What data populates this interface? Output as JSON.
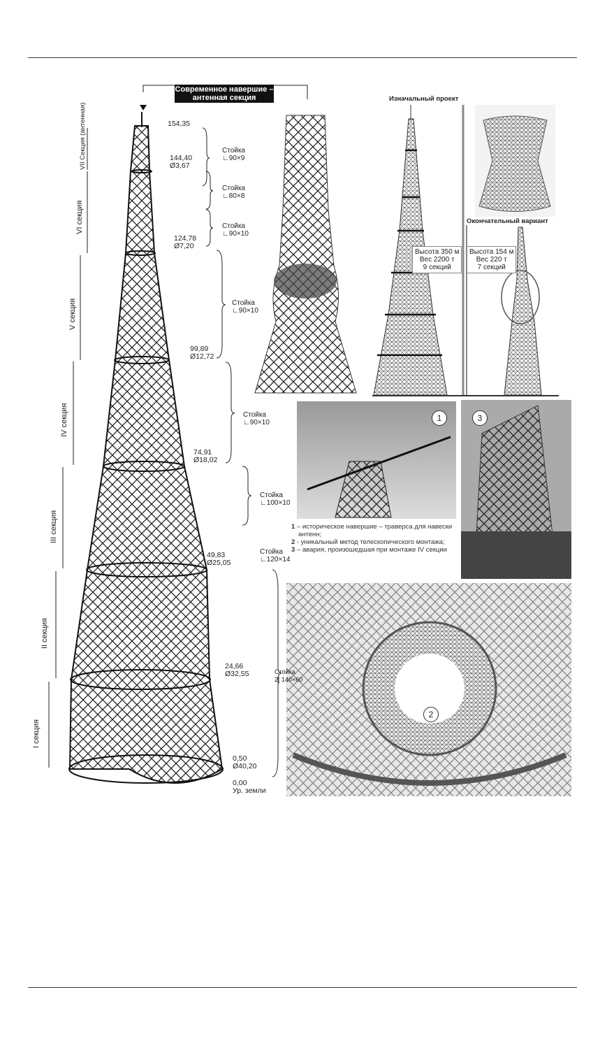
{
  "banner": "Современное навершие – антенная секция",
  "sections": [
    "VII Секция (антенная)",
    "VI секция",
    "V секция",
    "IV секция",
    "III секция",
    "II секция",
    "I секция"
  ],
  "levels": [
    {
      "h": "154,35",
      "d": ""
    },
    {
      "h": "144,40",
      "d": "Ø3,67"
    },
    {
      "h": "124,78",
      "d": "Ø7,20"
    },
    {
      "h": "99,89",
      "d": "Ø12,72"
    },
    {
      "h": "74,91",
      "d": "Ø18,02"
    },
    {
      "h": "49,83",
      "d": "Ø25,05"
    },
    {
      "h": "24,66",
      "d": "Ø32,55"
    },
    {
      "h": "0,50",
      "d": "Ø40,20"
    },
    {
      "h": "0,00",
      "d": "Ур. земли"
    }
  ],
  "posts": [
    {
      "a": "Стойка",
      "b": "∟90×9"
    },
    {
      "a": "Стойка",
      "b": "∟80×8"
    },
    {
      "a": "Стойка",
      "b": "∟90×10"
    },
    {
      "a": "Стойка",
      "b": "∟90×10"
    },
    {
      "a": "Стойка",
      "b": "∟90×10"
    },
    {
      "a": "Стойка",
      "b": "∟100×10"
    },
    {
      "a": "Стойка",
      "b": "∟120×14"
    },
    {
      "a": "Стойка",
      "b": "2[ 140×60"
    }
  ],
  "original": {
    "title": "Изначальный проект",
    "height": "Высота 350 м",
    "weight": "Вес 2200 т",
    "sections": "9 секций"
  },
  "final": {
    "title": "Окончательный вариант",
    "height": "Высота 154 м",
    "weight": "Вес 220 т",
    "sections": "7 секций"
  },
  "photo_numbers": [
    "1",
    "3",
    "2"
  ],
  "legend": [
    {
      "n": "1",
      "text": " – историческое навершие – траверса для навески антенн;"
    },
    {
      "n": "2",
      "text": " - уникальный метод телескопического монтажа;"
    },
    {
      "n": "3",
      "text": " – авария, произошедшая при монтаже IV секции"
    }
  ]
}
